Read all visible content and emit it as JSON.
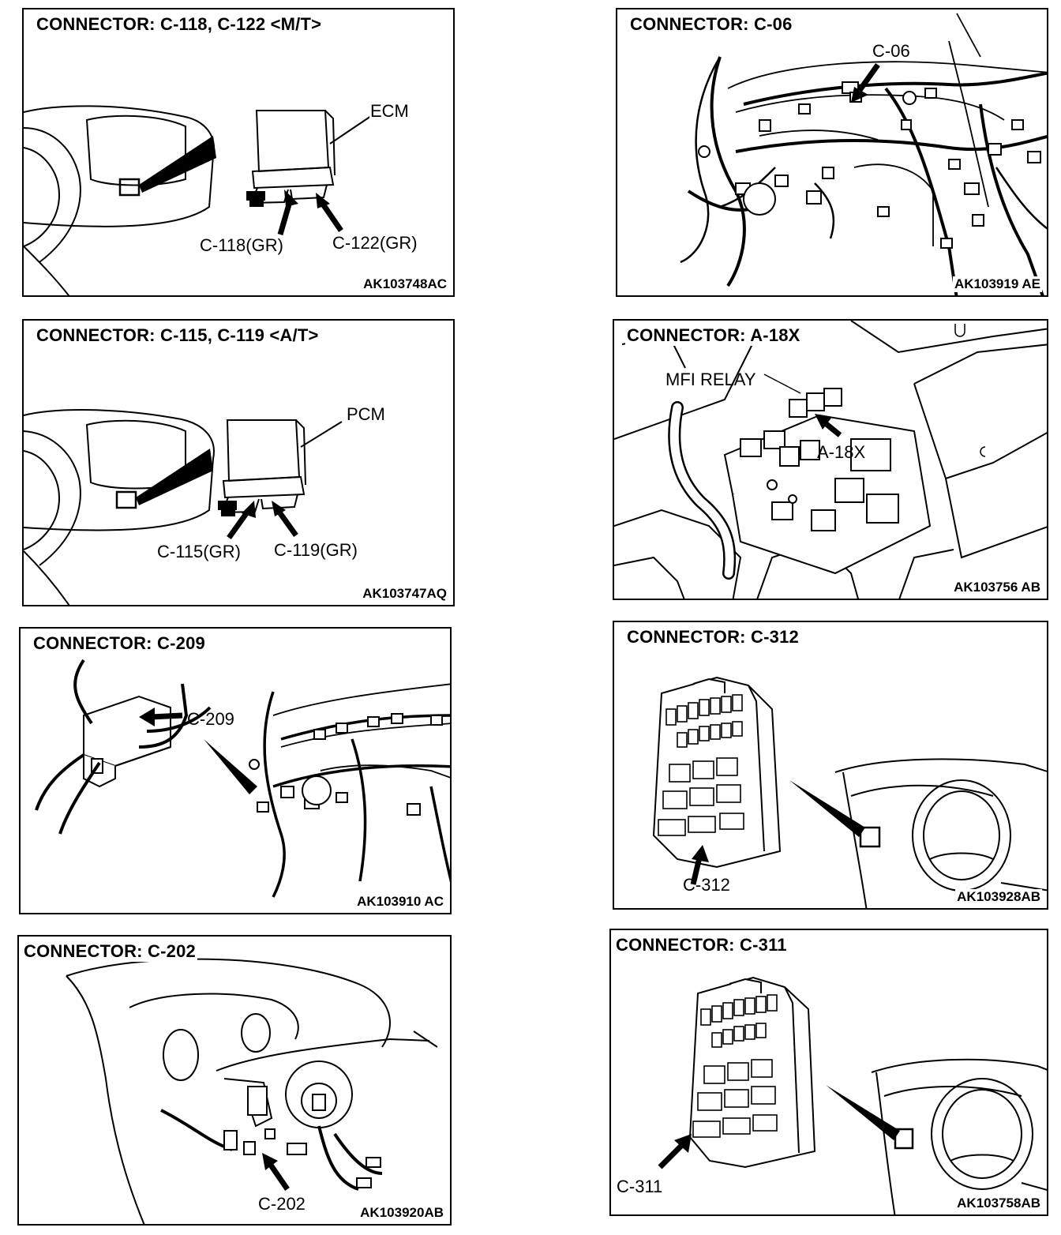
{
  "panels": {
    "p1": {
      "title": "CONNECTOR: C-118, C-122 <M/T>",
      "code": "AK103748AC",
      "labels": {
        "unit": "ECM",
        "c1": "C-118(GR)",
        "c2": "C-122(GR)"
      }
    },
    "p2": {
      "title": "CONNECTOR: C-06",
      "code": "AK103919 AE",
      "labels": {
        "c1": "C-06"
      }
    },
    "p3": {
      "title": "CONNECTOR: C-115, C-119 <A/T>",
      "code": "AK103747AQ",
      "labels": {
        "unit": "PCM",
        "c1": "C-115(GR)",
        "c2": "C-119(GR)"
      }
    },
    "p4": {
      "title": "CONNECTOR: A-18X",
      "code": "AK103756 AB",
      "labels": {
        "unit": "MFI RELAY",
        "c1": "A-18X"
      }
    },
    "p5": {
      "title": "CONNECTOR: C-209",
      "code": "AK103910 AC",
      "labels": {
        "c1": "C-209"
      }
    },
    "p6": {
      "title": "CONNECTOR: C-312",
      "code": "AK103928AB",
      "labels": {
        "c1": "C-312"
      }
    },
    "p7": {
      "title": "CONNECTOR: C-202",
      "code": "AK103920AB",
      "labels": {
        "c1": "C-202"
      }
    },
    "p8": {
      "title": "CONNECTOR: C-311",
      "code": "AK103758AB",
      "labels": {
        "c1": "C-311"
      }
    }
  }
}
